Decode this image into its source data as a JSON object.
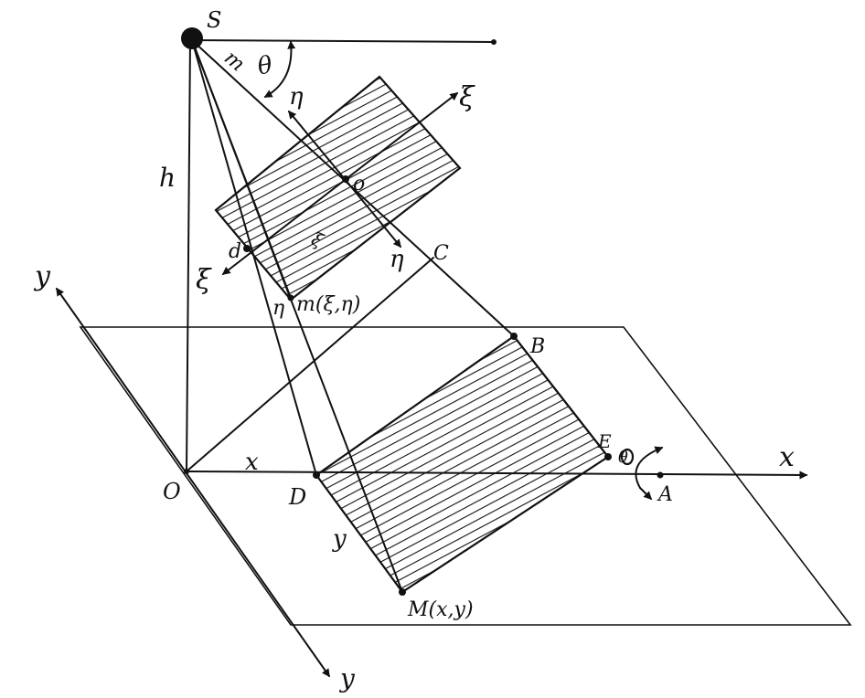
{
  "labels": {
    "source": "S",
    "origin": "O",
    "height": "h",
    "x_axis": "x",
    "x_coord": "x",
    "y_axis_upper": "y",
    "y_axis_lower": "y",
    "y_coord": "y",
    "point_A": "A",
    "point_B": "B",
    "point_C": "C",
    "point_D": "D",
    "angle_theta_top": "θ",
    "angle_theta_right": "θ",
    "distance_m": "m",
    "film_center": "o",
    "xi_axis_pos": "ξ",
    "xi_axis_neg": "ξ",
    "eta_axis_pos": "η",
    "eta_axis_neg": "η",
    "image_point": "m(ξ,η)",
    "image_eta_coord": "η",
    "image_xi_coord": "ξ",
    "image_d": "d",
    "image_E": "E",
    "ground_point": "M(x,y)"
  },
  "colors": {
    "ink": "#111111",
    "paper": "#ffffff"
  }
}
